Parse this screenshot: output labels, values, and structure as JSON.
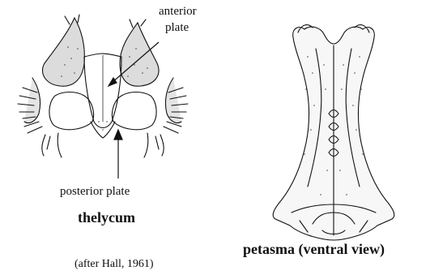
{
  "labels": {
    "anterior_line1": "anterior",
    "anterior_line2": "plate",
    "posterior": "posterior plate"
  },
  "captions": {
    "thelycum": "thelycum",
    "petasma": "petasma (ventral view)"
  },
  "source": "(after Hall, 1961)"
}
